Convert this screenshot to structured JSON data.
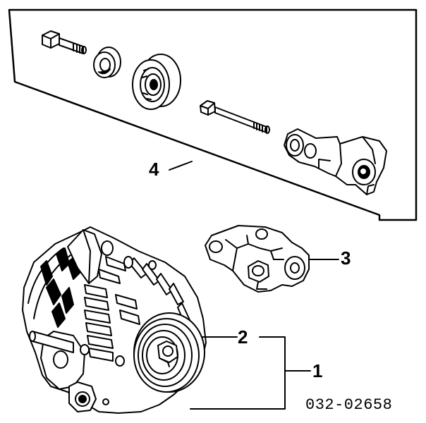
{
  "diagram": {
    "callouts": [
      {
        "id": "1",
        "label": "1"
      },
      {
        "id": "2",
        "label": "2"
      },
      {
        "id": "3",
        "label": "3"
      },
      {
        "id": "4",
        "label": "4"
      }
    ],
    "diagram_code": "032-02658",
    "parts": [
      "flange-bolt",
      "collar",
      "bearing",
      "through-bolt",
      "bracket",
      "stay",
      "alternator",
      "pulley"
    ]
  }
}
